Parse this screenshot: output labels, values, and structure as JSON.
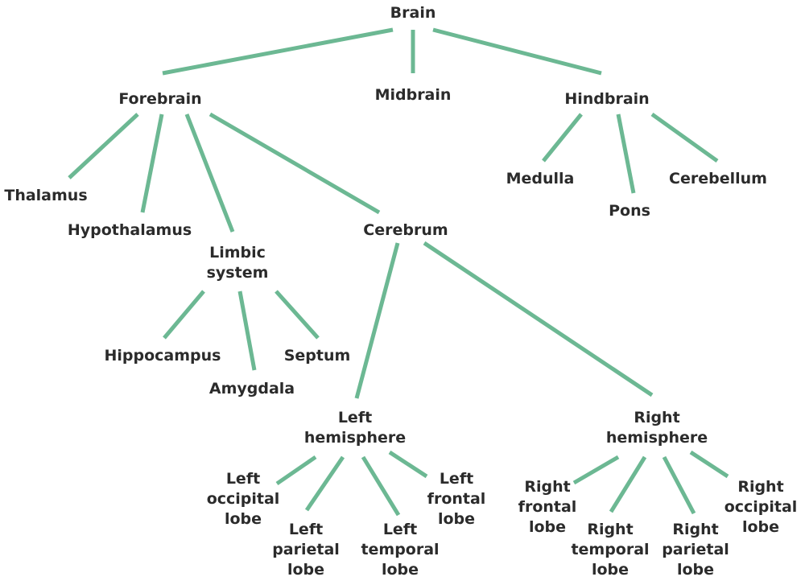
{
  "line_color": "#6cb893",
  "nodes": [
    {
      "id": "brain",
      "lines": [
        "Brain"
      ]
    },
    {
      "id": "forebrain",
      "lines": [
        "Forebrain"
      ]
    },
    {
      "id": "midbrain",
      "lines": [
        "Midbrain"
      ]
    },
    {
      "id": "hindbrain",
      "lines": [
        "Hindbrain"
      ]
    },
    {
      "id": "thalamus",
      "lines": [
        "Thalamus"
      ]
    },
    {
      "id": "hypothalamus",
      "lines": [
        "Hypothalamus"
      ]
    },
    {
      "id": "limbic-system",
      "lines": [
        "Limbic",
        "system"
      ]
    },
    {
      "id": "cerebrum",
      "lines": [
        "Cerebrum"
      ]
    },
    {
      "id": "medulla",
      "lines": [
        "Medulla"
      ]
    },
    {
      "id": "pons",
      "lines": [
        "Pons"
      ]
    },
    {
      "id": "cerebellum",
      "lines": [
        "Cerebellum"
      ]
    },
    {
      "id": "hippocampus",
      "lines": [
        "Hippocampus"
      ]
    },
    {
      "id": "amygdala",
      "lines": [
        "Amygdala"
      ]
    },
    {
      "id": "septum",
      "lines": [
        "Septum"
      ]
    },
    {
      "id": "left-hemisphere",
      "lines": [
        "Left",
        "hemisphere"
      ]
    },
    {
      "id": "right-hemisphere",
      "lines": [
        "Right",
        "hemisphere"
      ]
    },
    {
      "id": "left-occipital-lobe",
      "lines": [
        "Left",
        "occipital",
        "lobe"
      ]
    },
    {
      "id": "left-parietal-lobe",
      "lines": [
        "Left",
        "parietal",
        "lobe"
      ]
    },
    {
      "id": "left-temporal-lobe",
      "lines": [
        "Left",
        "temporal",
        "lobe"
      ]
    },
    {
      "id": "left-frontal-lobe",
      "lines": [
        "Left",
        "frontal",
        "lobe"
      ]
    },
    {
      "id": "right-frontal-lobe",
      "lines": [
        "Right",
        "frontal",
        "lobe"
      ]
    },
    {
      "id": "right-temporal-lobe",
      "lines": [
        "Right",
        "temporal",
        "lobe"
      ]
    },
    {
      "id": "right-parietal-lobe",
      "lines": [
        "Right",
        "parietal",
        "lobe"
      ]
    },
    {
      "id": "right-occipital-lobe",
      "lines": [
        "Right",
        "occipital",
        "lobe"
      ]
    }
  ],
  "edges": [
    {
      "from": "brain",
      "to": "forebrain"
    },
    {
      "from": "brain",
      "to": "midbrain"
    },
    {
      "from": "brain",
      "to": "hindbrain"
    },
    {
      "from": "forebrain",
      "to": "thalamus"
    },
    {
      "from": "forebrain",
      "to": "hypothalamus"
    },
    {
      "from": "forebrain",
      "to": "limbic-system"
    },
    {
      "from": "forebrain",
      "to": "cerebrum"
    },
    {
      "from": "hindbrain",
      "to": "medulla"
    },
    {
      "from": "hindbrain",
      "to": "pons"
    },
    {
      "from": "hindbrain",
      "to": "cerebellum"
    },
    {
      "from": "limbic-system",
      "to": "hippocampus"
    },
    {
      "from": "limbic-system",
      "to": "amygdala"
    },
    {
      "from": "limbic-system",
      "to": "septum"
    },
    {
      "from": "cerebrum",
      "to": "left-hemisphere"
    },
    {
      "from": "cerebrum",
      "to": "right-hemisphere"
    },
    {
      "from": "left-hemisphere",
      "to": "left-occipital-lobe"
    },
    {
      "from": "left-hemisphere",
      "to": "left-parietal-lobe"
    },
    {
      "from": "left-hemisphere",
      "to": "left-temporal-lobe"
    },
    {
      "from": "left-hemisphere",
      "to": "left-frontal-lobe"
    },
    {
      "from": "right-hemisphere",
      "to": "right-frontal-lobe"
    },
    {
      "from": "right-hemisphere",
      "to": "right-temporal-lobe"
    },
    {
      "from": "right-hemisphere",
      "to": "right-parietal-lobe"
    },
    {
      "from": "right-hemisphere",
      "to": "right-occipital-lobe"
    }
  ]
}
